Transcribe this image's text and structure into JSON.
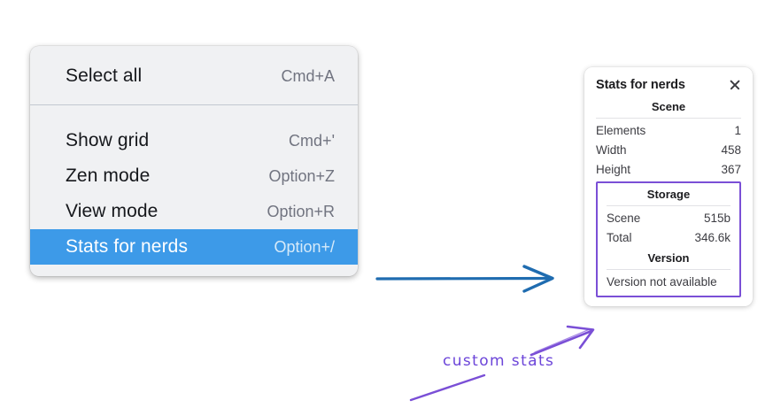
{
  "context_menu": {
    "groups": [
      {
        "items": [
          {
            "label": "Select all",
            "shortcut": "Cmd+A",
            "selected": false
          }
        ]
      },
      {
        "items": [
          {
            "label": "Show grid",
            "shortcut": "Cmd+'",
            "selected": false
          },
          {
            "label": "Zen mode",
            "shortcut": "Option+Z",
            "selected": false
          },
          {
            "label": "View mode",
            "shortcut": "Option+R",
            "selected": false
          },
          {
            "label": "Stats for nerds",
            "shortcut": "Option+/",
            "selected": true
          }
        ]
      }
    ],
    "selected_color": "#3d9ae8"
  },
  "stats_panel": {
    "title": "Stats for nerds",
    "close_icon": "close-icon",
    "scene": {
      "heading": "Scene",
      "rows": [
        {
          "key": "Elements",
          "value": "1"
        },
        {
          "key": "Width",
          "value": "458"
        },
        {
          "key": "Height",
          "value": "367"
        }
      ]
    },
    "storage": {
      "heading": "Storage",
      "rows": [
        {
          "key": "Scene",
          "value": "515b"
        },
        {
          "key": "Total",
          "value": "346.6k"
        }
      ]
    },
    "version": {
      "heading": "Version",
      "text": "Version not available"
    },
    "highlight_color": "#7a4fd6"
  },
  "annotations": {
    "blue_arrow": {
      "name": "blue-pointer-arrow",
      "color": "#1f6cb0"
    },
    "purple_label": {
      "text": "custom stats",
      "color": "#6c45d9"
    },
    "purple_arrow": {
      "name": "purple-pointer-arrow",
      "color": "#7a4fd6"
    },
    "purple_underline": {
      "name": "purple-underline-stroke",
      "color": "#7a4fd6"
    }
  }
}
